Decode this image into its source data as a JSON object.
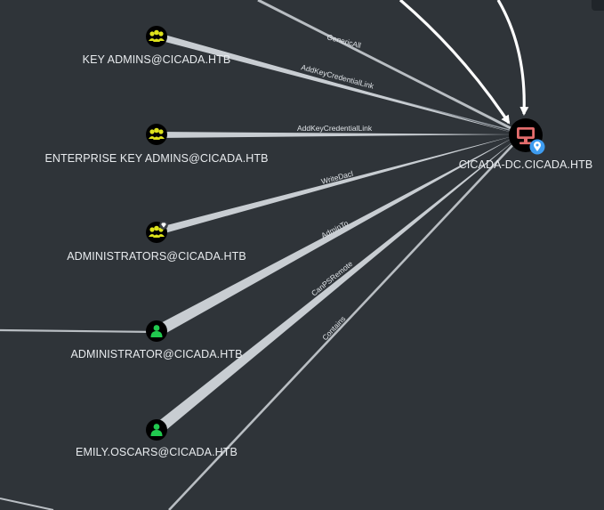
{
  "nodes": {
    "target": {
      "label": "CICADA-DC.CICADA.HTB",
      "icon": "computer-icon",
      "badge": "location-pin-icon",
      "icon_color": "#e36d6d",
      "badge_color": "#3e9cf0"
    },
    "key_admins": {
      "label": "KEY ADMINS@CICADA.HTB",
      "icon": "group-icon",
      "icon_color": "#dde21c"
    },
    "enterprise_key_admins": {
      "label": "ENTERPRISE KEY ADMINS@CICADA.HTB",
      "icon": "group-icon",
      "icon_color": "#dde21c"
    },
    "administrators": {
      "label": "ADMINISTRATORS@CICADA.HTB",
      "icon": "group-icon",
      "icon_color": "#dde21c",
      "badge": "gem-icon"
    },
    "administrator": {
      "label": "ADMINISTRATOR@CICADA.HTB",
      "icon": "user-icon",
      "icon_color": "#21c94f"
    },
    "emily_oscars": {
      "label": "EMILY.OSCARS@CICADA.HTB",
      "icon": "user-icon",
      "icon_color": "#21c94f"
    }
  },
  "edges": {
    "generic_all": "GenericAll",
    "add_key_credential_link_1": "AddKeyCredentialLink",
    "add_key_credential_link_2": "AddKeyCredentialLink",
    "write_dacl": "WriteDacl",
    "admin_to": "AdminTo",
    "can_ps_remote": "CanPSRemote",
    "contains": "Contains"
  },
  "colors": {
    "background": "#2f3439",
    "edge": "#c8cdd2",
    "edge_thin": "#9aa1a8",
    "highlight_edge": "#ffffff",
    "node_circle": "#000000",
    "label_text": "#e9ecef"
  }
}
